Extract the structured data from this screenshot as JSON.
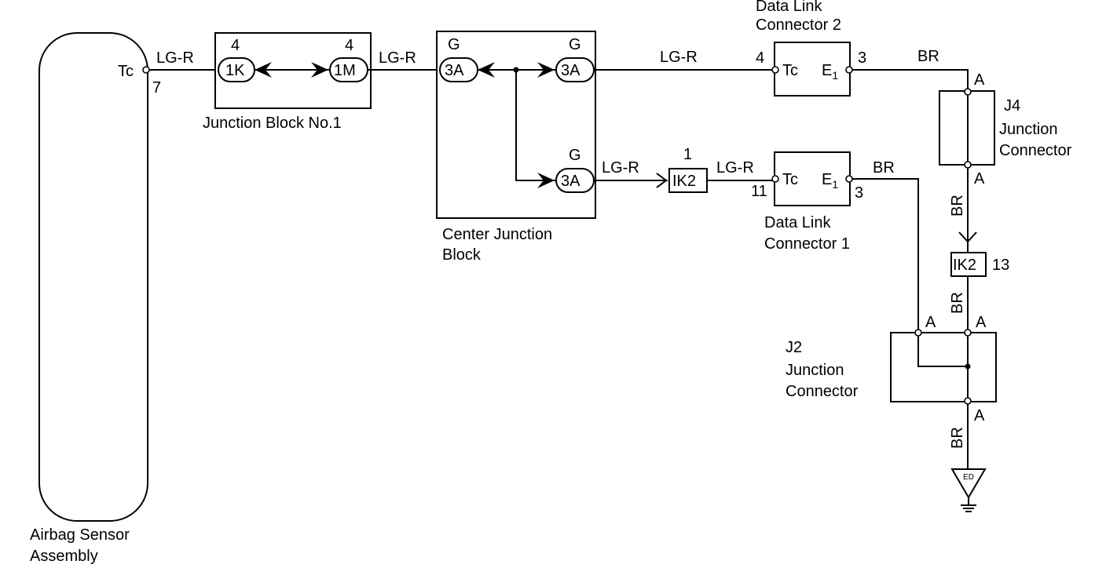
{
  "components": {
    "airbag_sensor": {
      "name_line1": "Airbag Sensor",
      "name_line2": "Assembly",
      "terminal": "Tc",
      "pin": "7"
    },
    "junction_block_1": {
      "name": "Junction Block No.1",
      "left_connector": "1K",
      "left_pin": "4",
      "right_connector": "1M",
      "right_pin": "4"
    },
    "center_junction_block": {
      "name_line1": "Center Junction",
      "name_line2": "Block",
      "left_connector": "3A",
      "left_pin": "G",
      "right_top_connector": "3A",
      "right_top_pin": "G",
      "right_bottom_connector": "3A",
      "right_bottom_pin": "G"
    },
    "dlc2": {
      "name_line1": "Data Link",
      "name_line2": "Connector 2",
      "tc_label": "Tc",
      "tc_pin": "4",
      "e1_label": "E",
      "e1_sub": "1",
      "e1_pin": "3"
    },
    "dlc1": {
      "name_line1": "Data Link",
      "name_line2": "Connector 1",
      "tc_label": "Tc",
      "tc_pin": "11",
      "e1_label": "E",
      "e1_sub": "1",
      "e1_pin": "3"
    },
    "ik2_upper": {
      "label": "IK2",
      "pin": "1"
    },
    "ik2_lower": {
      "label": "IK2",
      "pin": "13"
    },
    "j4": {
      "line1": "J4",
      "line2": "Junction",
      "line3": "Connector",
      "top_pin": "A",
      "bottom_pin": "A"
    },
    "j2": {
      "line1": "J2",
      "line2": "Junction",
      "line3": "Connector",
      "left_pin": "A",
      "top_pin": "A",
      "bottom_pin": "A"
    },
    "ground": {
      "label": "ED"
    }
  },
  "wires": {
    "lgr_1": "LG-R",
    "lgr_2": "LG-R",
    "lgr_3": "LG-R",
    "lgr_4": "LG-R",
    "lgr_5": "LG-R",
    "br_1": "BR",
    "br_2": "BR",
    "br_3": "BR",
    "br_4": "BR",
    "br_5": "BR"
  }
}
